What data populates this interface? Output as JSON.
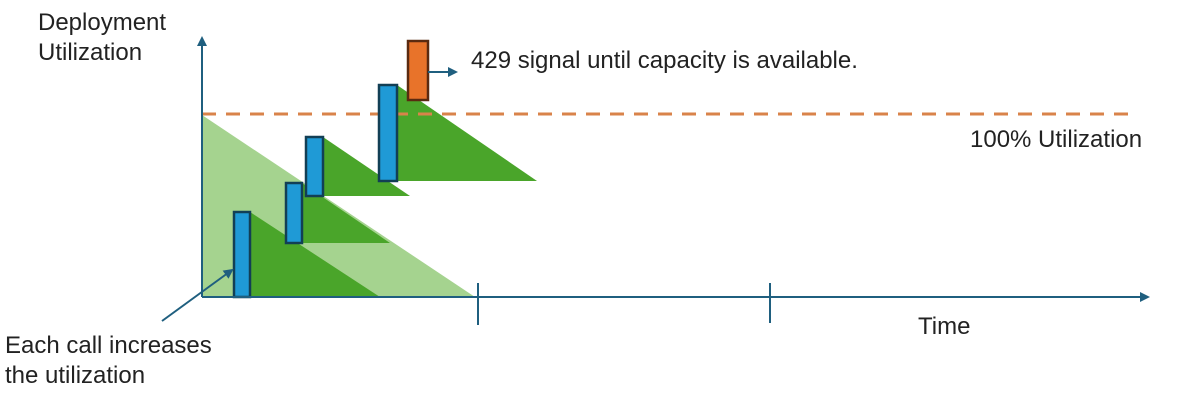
{
  "labels": {
    "y_axis": [
      "Deployment",
      "Utilization"
    ],
    "signal": "429 signal until capacity is available.",
    "threshold": "100% Utilization",
    "x_axis": "Time",
    "callout": [
      "Each call increases",
      "the utilization"
    ]
  },
  "colors": {
    "axis": "#1f5f7f",
    "light_green": "#a5d38f",
    "dark_green": "#4aa52a",
    "call_bar": "#1f9ad6",
    "rejected_bar": "#e8732a",
    "threshold_line": "#d9834a"
  }
}
